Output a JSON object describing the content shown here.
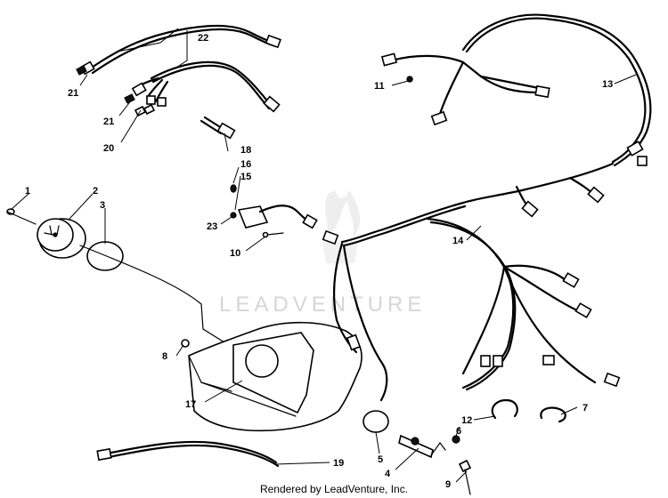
{
  "watermark": {
    "text": "LEADVENTURE"
  },
  "footer": {
    "text": "Rendered by LeadVenture, Inc."
  },
  "callouts": {
    "c1": "1",
    "c2": "2",
    "c3": "3",
    "c4": "4",
    "c5": "5",
    "c6": "6",
    "c7": "7",
    "c8": "8",
    "c9": "9",
    "c10": "10",
    "c11": "11",
    "c12": "12",
    "c13": "13",
    "c14": "14",
    "c15": "15",
    "c16": "16",
    "c17": "17",
    "c18": "18",
    "c19": "19",
    "c20": "20",
    "c21a": "21",
    "c21b": "21",
    "c22": "22",
    "c23": "23"
  }
}
